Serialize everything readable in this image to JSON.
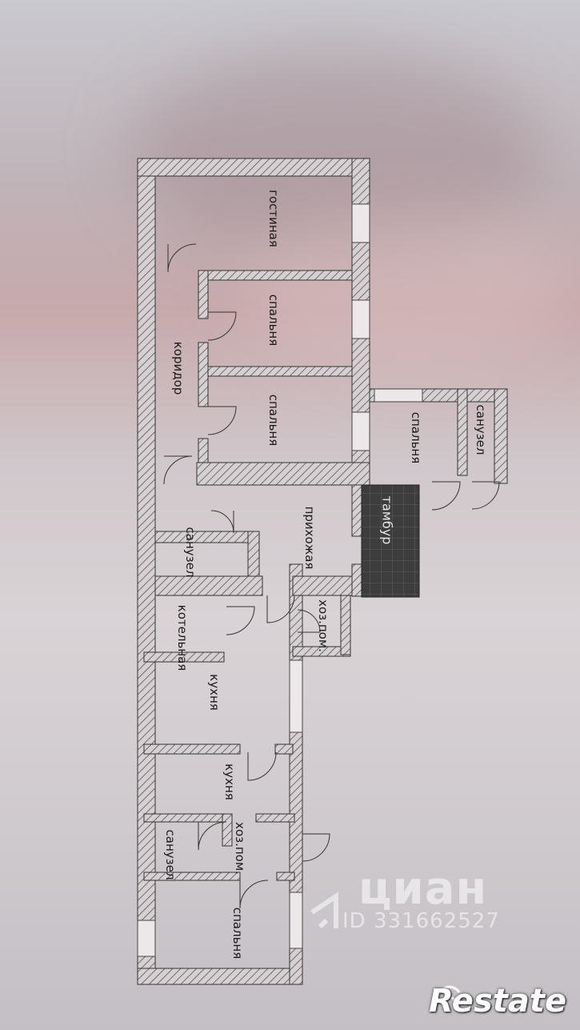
{
  "rooms": {
    "gostinaya": "гостиная",
    "spalnya1": "спальня",
    "spalnya2": "спальня",
    "koridor": "коридор",
    "spalnya3": "спальня",
    "sanuzel1": "санузел",
    "tambur": "тамбур",
    "prihozhaya": "прихожая",
    "sanuzel2": "санузел",
    "hozpom1": "хоз.пом.",
    "kotelnaya": "котельная",
    "kuhnya1": "кухня",
    "kuhnya2": "кухня",
    "hozpom2": "хоз.пом.",
    "sanuzel3": "санузел",
    "spalnya4": "спальня"
  },
  "watermark": {
    "logo_text": "циан",
    "id_text": "ID 331662527"
  },
  "brand": {
    "text": "Restate"
  },
  "colors": {
    "wall_hatch": "#555555",
    "tambur_fill": "#3d3d3d"
  }
}
